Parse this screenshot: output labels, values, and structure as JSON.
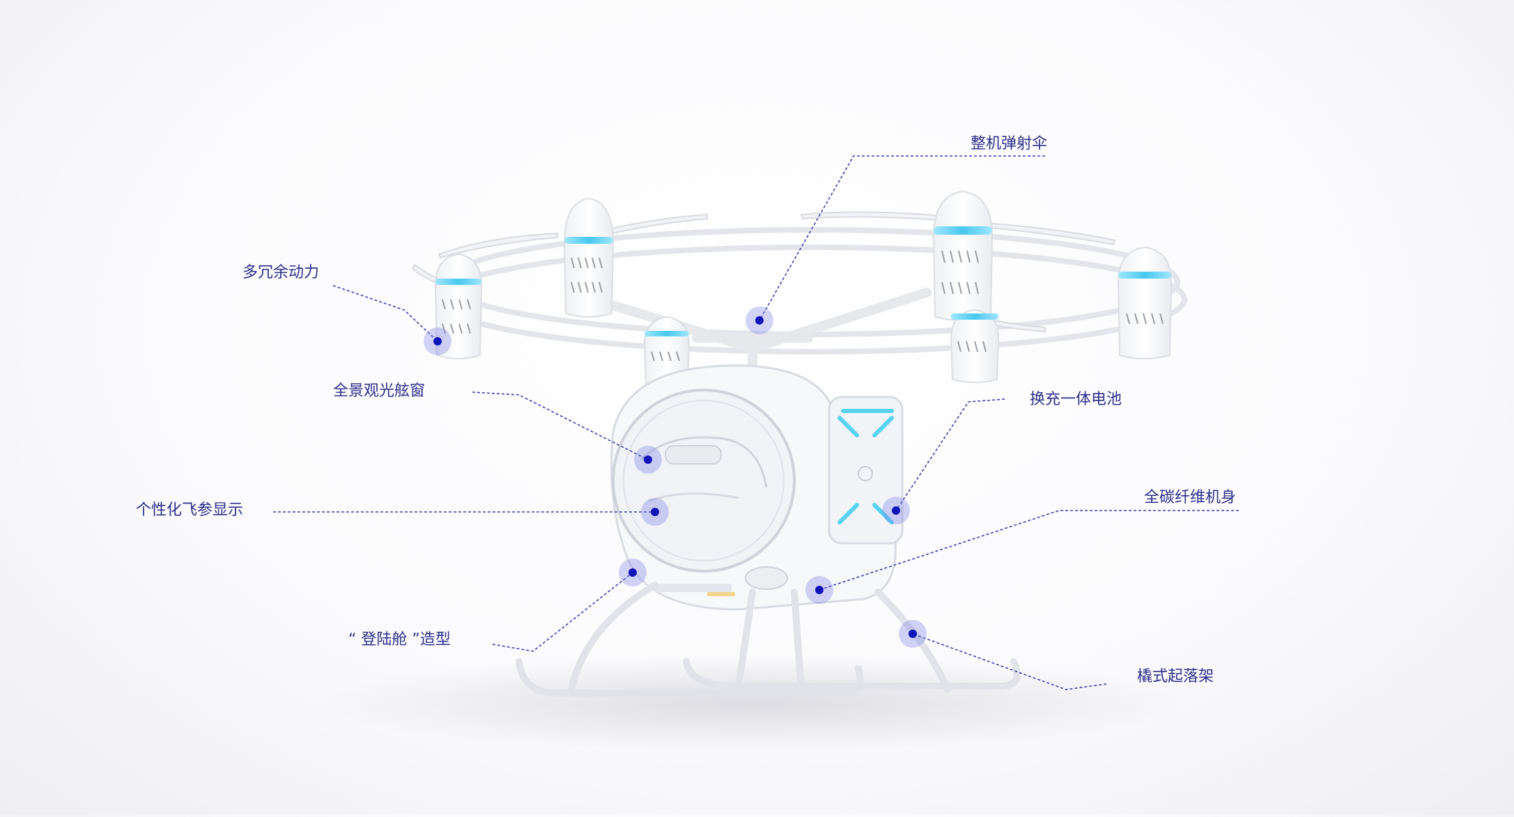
{
  "diagram": {
    "callouts": [
      {
        "id": "parachute",
        "label": "整机弹射伞"
      },
      {
        "id": "redundant-power",
        "label": "多冗余动力"
      },
      {
        "id": "panoramic-cabin-window",
        "label": "全景观光舷窗"
      },
      {
        "id": "swappable-battery",
        "label": "换充一体电池"
      },
      {
        "id": "flight-display",
        "label": "个性化飞参显示"
      },
      {
        "id": "carbon-body",
        "label": "全碳纤维机身"
      },
      {
        "id": "lander-shape",
        "label": "“ 登陆舱 ”造型"
      },
      {
        "id": "skid-landing-gear",
        "label": "橇式起落架"
      }
    ]
  },
  "colors": {
    "label": "#2b2f8a",
    "leader": "#3b3fb0",
    "hotspot_core": "#0e14b8",
    "hotspot_halo": "#7b80e8",
    "accent_glow": "#6fd6f2",
    "body_stroke": "#d9dbe2",
    "body_fill": "#f7f8fa"
  }
}
